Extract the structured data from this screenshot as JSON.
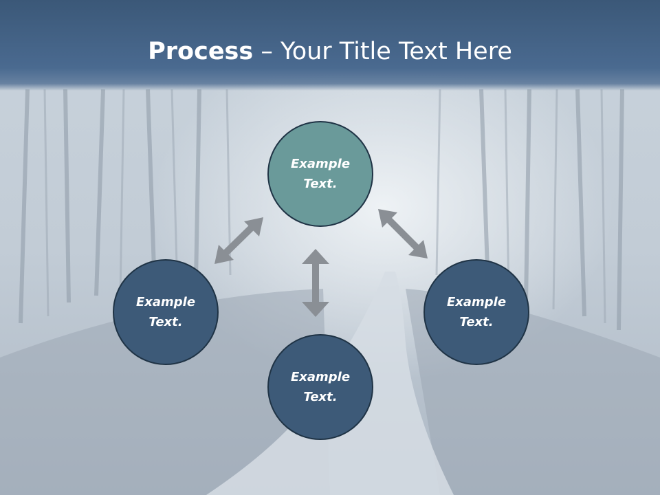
{
  "title": {
    "bold": "Process",
    "rest": " – Your Title Text Here"
  },
  "nodes": {
    "top": {
      "text": "Example Text."
    },
    "left": {
      "text": "Example Text."
    },
    "right": {
      "text": "Example Text."
    },
    "bottom": {
      "text": "Example Text."
    }
  },
  "colors": {
    "header": "#4a6a90",
    "node_accent": "#6a9a9a",
    "node_primary": "#3d5a78",
    "node_border": "#1f3345",
    "arrow": "#8a8f95"
  }
}
